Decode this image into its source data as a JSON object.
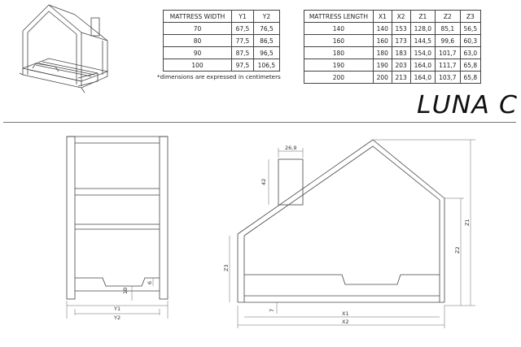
{
  "product": {
    "name": "LUNA C"
  },
  "width_table": {
    "headers": [
      "MATTRESS WIDTH",
      "Y1",
      "Y2"
    ],
    "rows": [
      [
        "70",
        "67,5",
        "76,5"
      ],
      [
        "80",
        "77,5",
        "86,5"
      ],
      [
        "90",
        "87,5",
        "96,5"
      ],
      [
        "100",
        "97,5",
        "106,5"
      ]
    ]
  },
  "length_table": {
    "headers": [
      "MATTRESS LENGTH",
      "X1",
      "X2",
      "Z1",
      "Z2",
      "Z3"
    ],
    "rows": [
      [
        "140",
        "140",
        "153",
        "128,0",
        "85,1",
        "56,5"
      ],
      [
        "160",
        "160",
        "173",
        "144,5",
        "99,6",
        "60,3"
      ],
      [
        "180",
        "180",
        "183",
        "154,0",
        "101,7",
        "63,0"
      ],
      [
        "190",
        "190",
        "203",
        "164,0",
        "111,7",
        "65,8"
      ],
      [
        "200",
        "200",
        "213",
        "164,0",
        "103,7",
        "65,8"
      ]
    ]
  },
  "note": "*dimensions are expressed in centimeters",
  "dimensions": {
    "front": {
      "y1": "Y1",
      "y2": "Y2",
      "d_small": "10",
      "d_side": "6"
    },
    "side": {
      "chimney_width": "26,9",
      "chimney_height": "42",
      "x1": "X1",
      "x2": "X2",
      "z1": "Z1",
      "z2": "Z2",
      "z3": "Z3",
      "leg": "7"
    }
  }
}
